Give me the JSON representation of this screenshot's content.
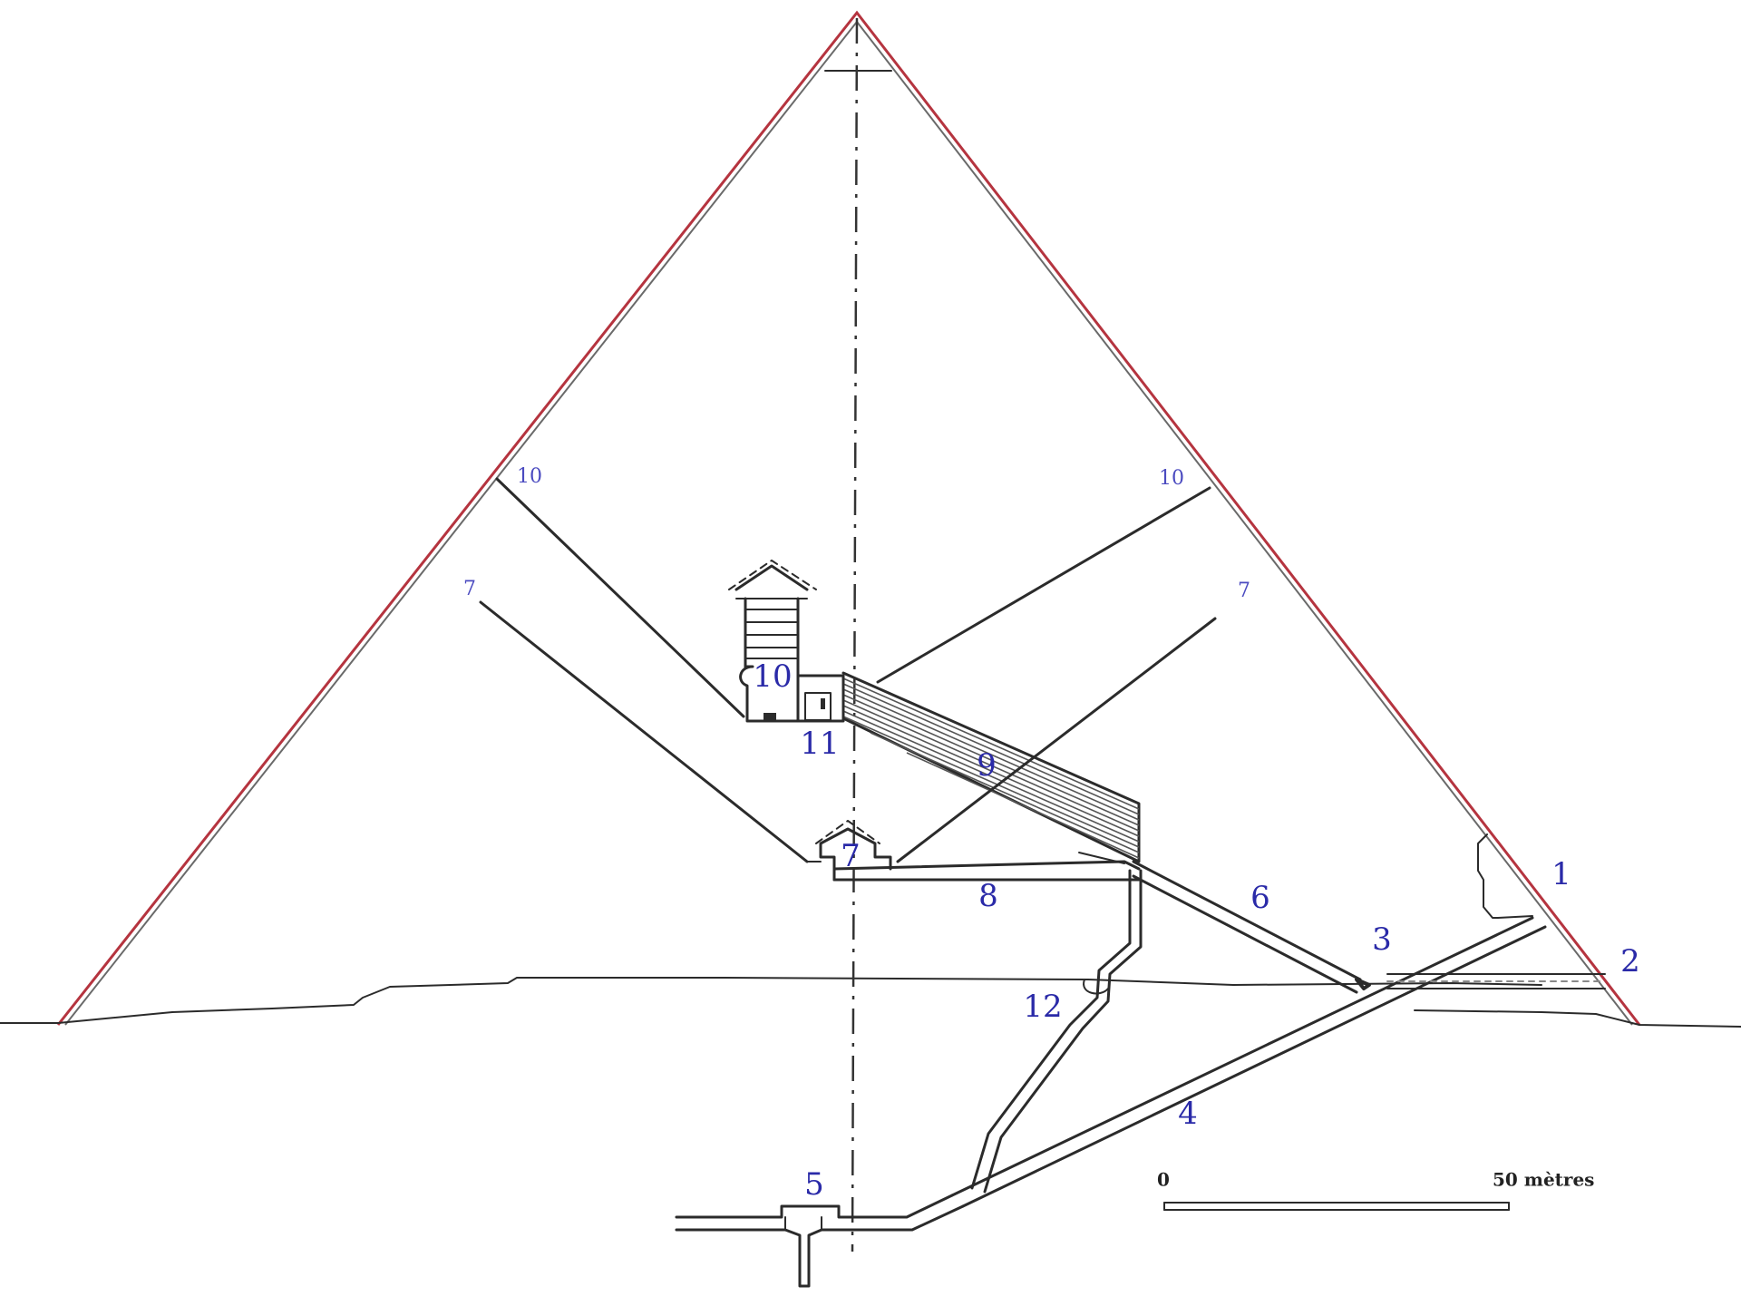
{
  "labels": {
    "entrance": "1",
    "robbers_tunnel": "2",
    "junction": "3",
    "descending_passage": "4",
    "subterranean_chamber": "5",
    "ascending_passage": "6",
    "queens_chamber": "7",
    "horizontal_passage": "8",
    "grand_gallery": "9",
    "kings_chamber": "10",
    "antechamber": "11",
    "well_shaft": "12",
    "kings_shaft_left": "10",
    "kings_shaft_right": "10",
    "queens_shaft_left": "7",
    "queens_shaft_right": "7"
  },
  "scale_bar": {
    "start_label": "0",
    "end_label": "50 mètres"
  },
  "colors": {
    "outer_face": "#b5343f",
    "label": "#2a2aa8",
    "ink": "#2b2b2b"
  }
}
